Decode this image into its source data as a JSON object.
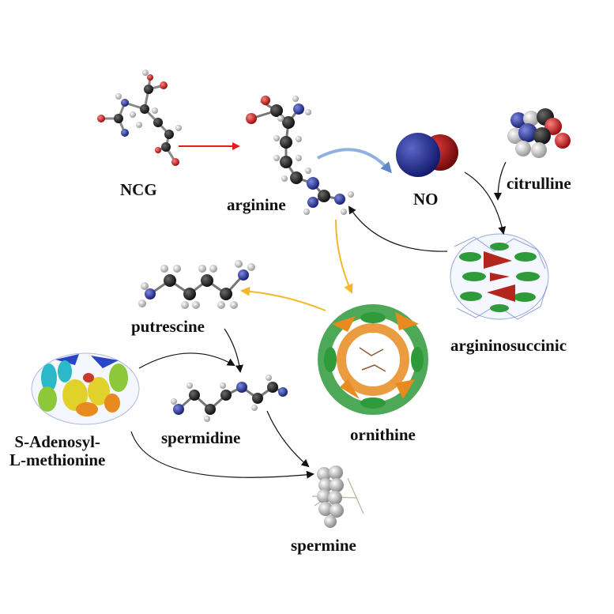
{
  "labels": {
    "ncg": "NCG",
    "arginine": "arginine",
    "no": "NO",
    "citrulline": "citrulline",
    "argininosuccinic": "argininosuccinic",
    "putrescine": "putrescine",
    "ornithine": "ornithine",
    "spermidine": "spermidine",
    "sam_line1": "S-Adenosyl-",
    "sam_line2": "L-methionine",
    "spermine": "spermine"
  },
  "colors": {
    "ncg_to_arginine_arrow": "#e02020",
    "arginine_to_no_arrow": "#8fb1dd",
    "ornithine_arrows": "#f2b82a",
    "pathway_arrows": "#111111",
    "carbon_atom": "#2a2a2a",
    "hydrogen_atom": "#e6e6e6",
    "nitrogen_atom": "#2b3a9c",
    "oxygen_atom": "#d32121",
    "protein_green": "#2e9a3a",
    "protein_orange": "#e88a1e",
    "protein_red": "#b3261e",
    "protein_blue": "#2a46c8",
    "protein_yellow": "#e0d22a"
  }
}
